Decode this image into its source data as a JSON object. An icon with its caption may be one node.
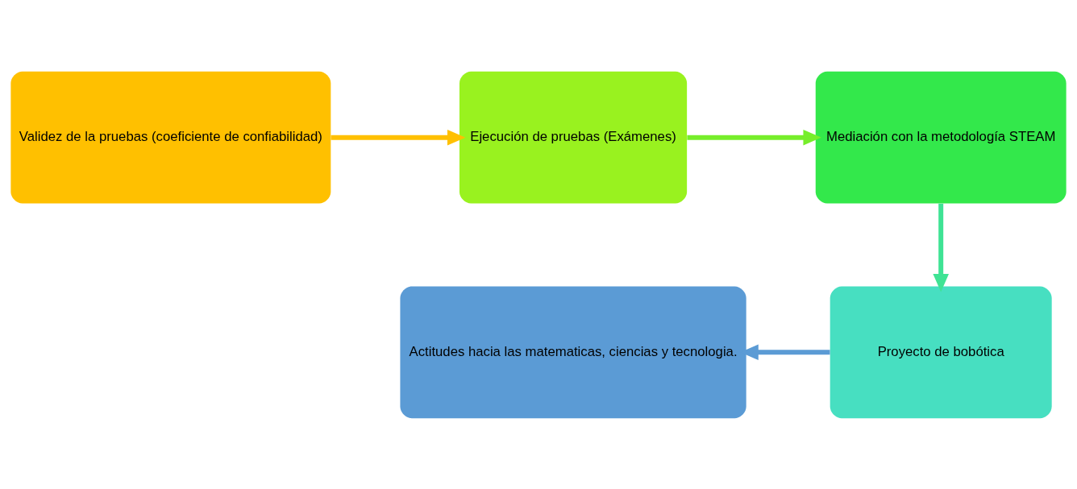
{
  "diagram": {
    "nodes": [
      {
        "text": [
          "Validez de la pruebas (coeficiente de confiabilidad)"
        ]
      },
      {
        "text": [
          "Ejecución de pruebas (Exámenes)"
        ]
      },
      {
        "text": [
          "Mediación con la metodología STEAM"
        ]
      },
      {
        "text": [
          "Proyecto de bobótica"
        ]
      },
      {
        "text": [
          "Actitudes hacia las matematicas, ciencias y tecnologia."
        ]
      }
    ],
    "edges": [
      {
        "from": 0,
        "to": 1,
        "arrow": "to",
        "color": "#ffc000"
      },
      {
        "from": 1,
        "to": 2,
        "arrow": "to",
        "color": "#76ee2a"
      },
      {
        "from": 2,
        "to": 3,
        "arrow": "to",
        "color": "#3fe394"
      },
      {
        "from": 3,
        "to": 4,
        "arrow": "to",
        "color": "#5b9bd5"
      }
    ]
  }
}
